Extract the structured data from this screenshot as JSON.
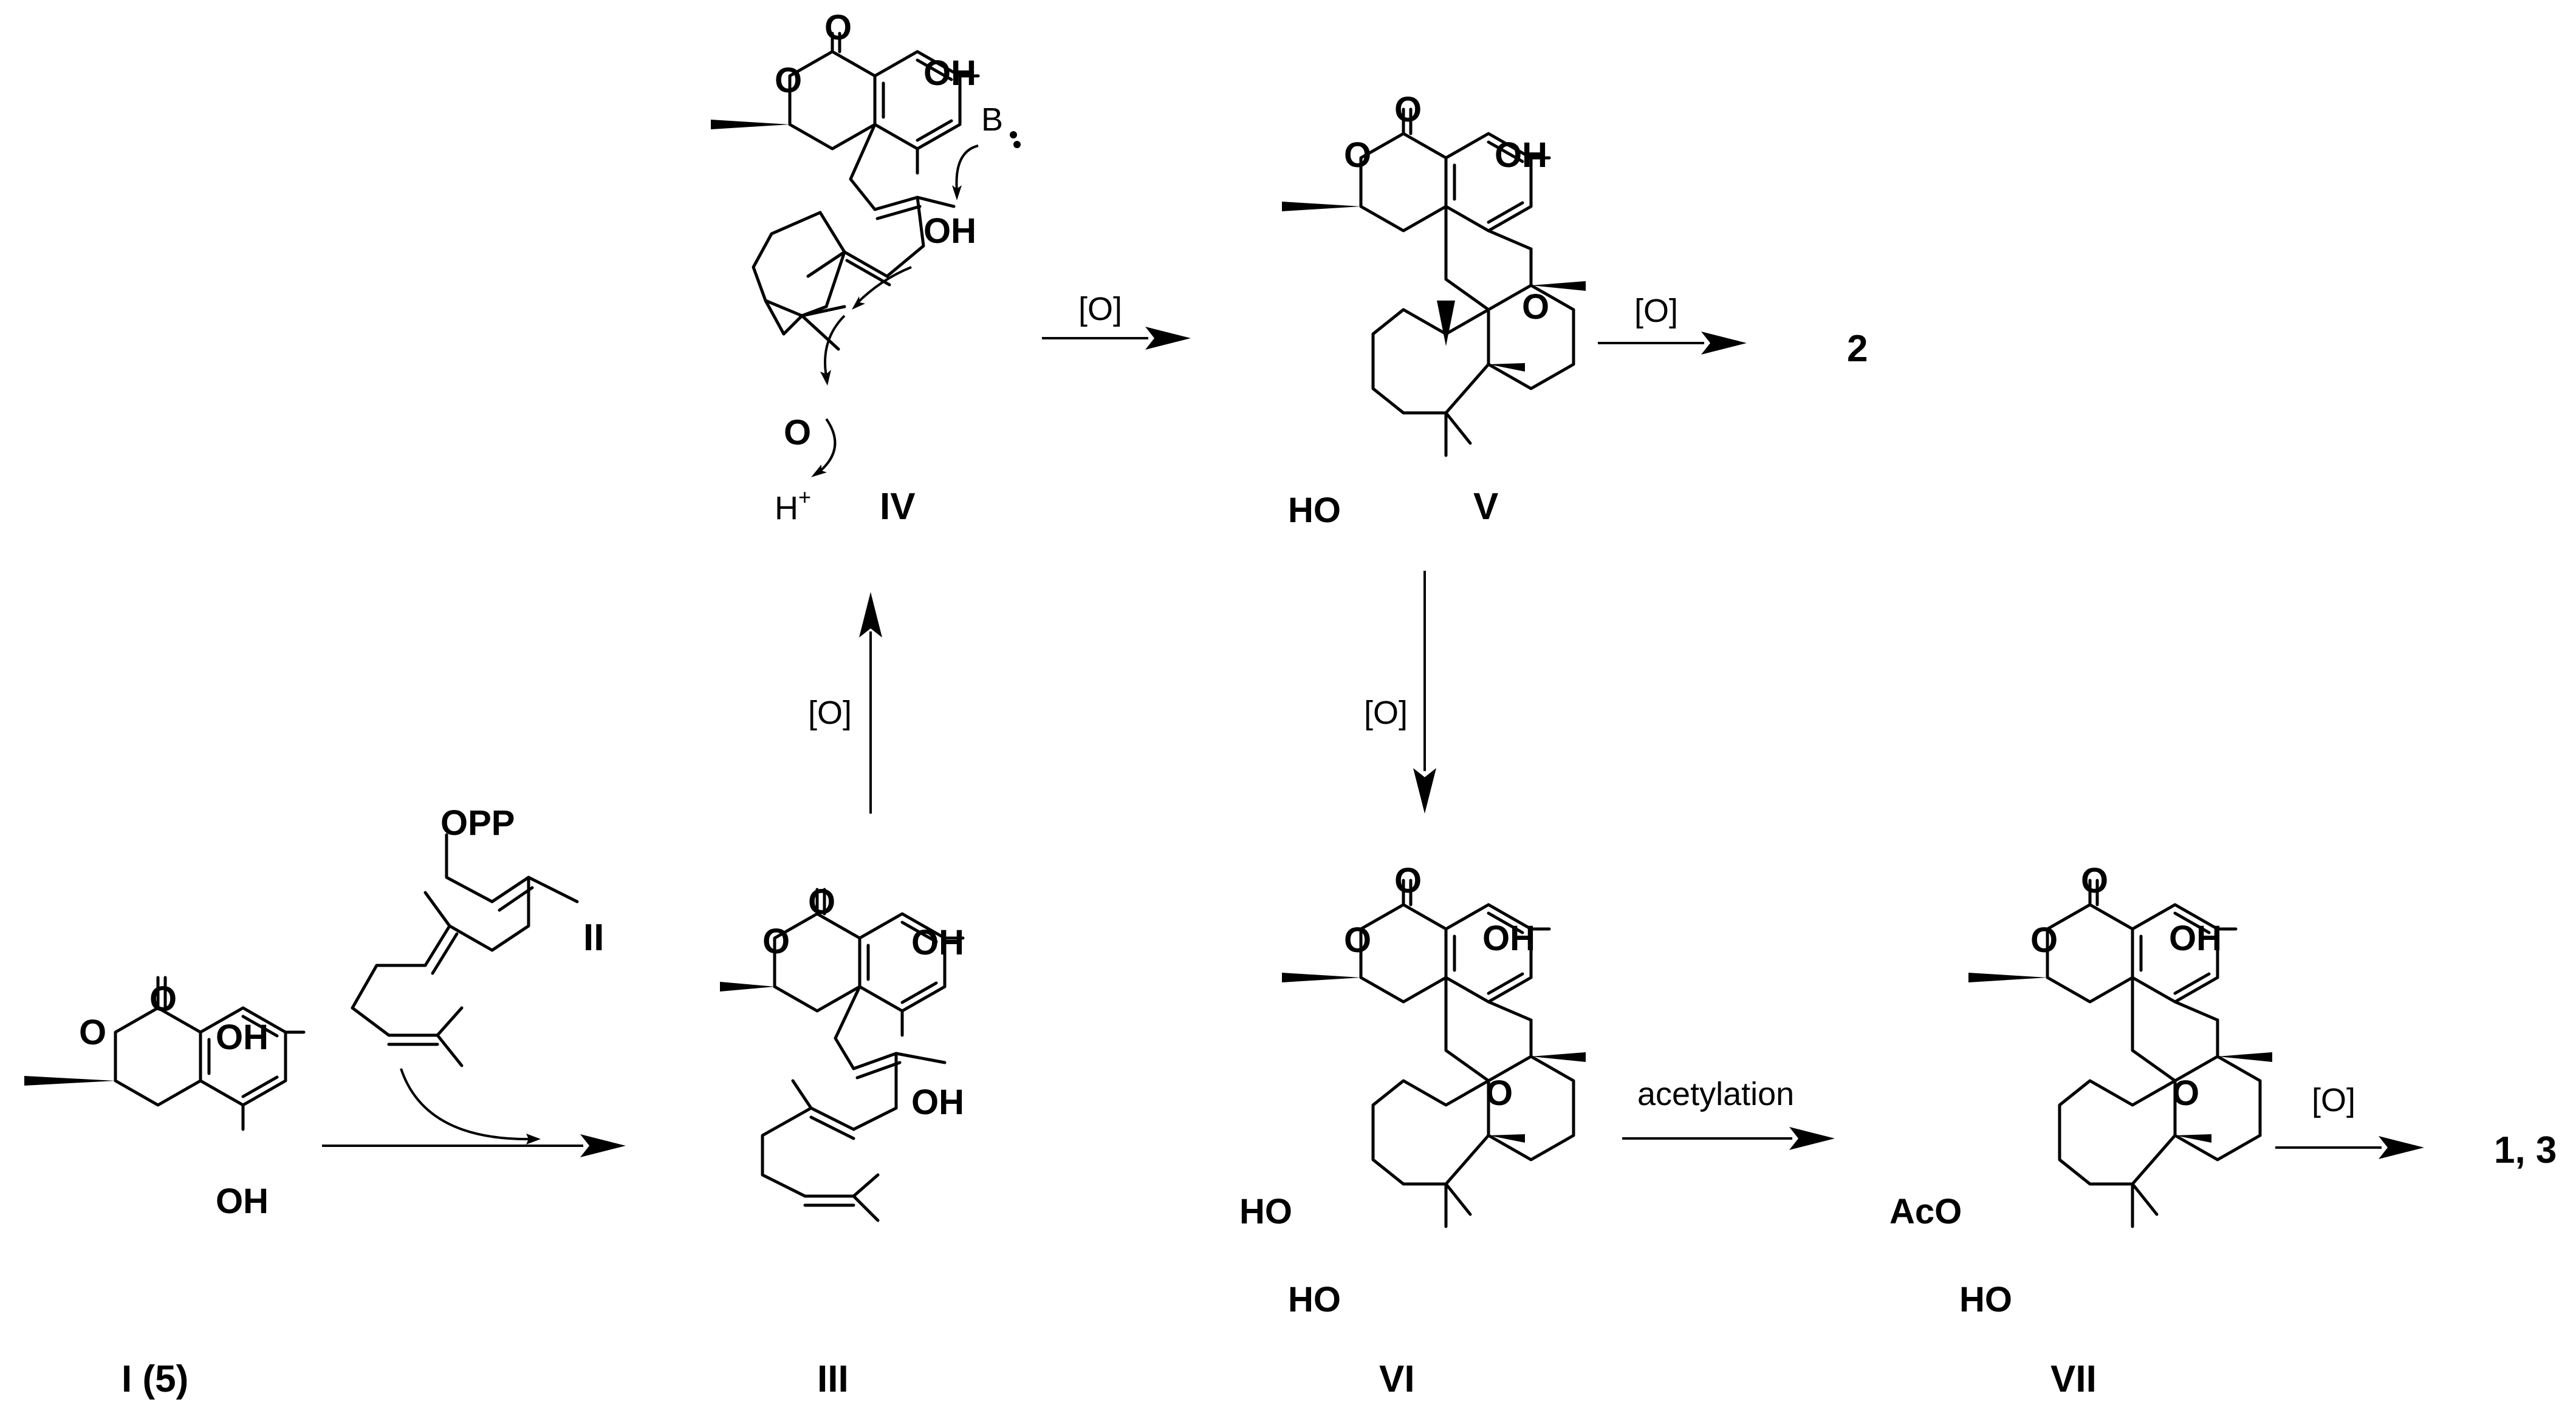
{
  "compounds": {
    "I": "I (5)",
    "II": "II",
    "III": "III",
    "IV": "IV",
    "V": "V",
    "VI": "VI",
    "VII": "VII"
  },
  "products": {
    "from_V": "2",
    "from_VII": "1, 3"
  },
  "reagents": {
    "III_to_IV": "[O]",
    "IV_to_V": "[O]",
    "V_to_2": "[O]",
    "V_to_VI": "[O]",
    "VI_to_VII": "acetylation",
    "VII_to_13": "[O]"
  },
  "atoms": {
    "O": "O",
    "OH": "OH",
    "HO": "HO",
    "OPP": "OPP",
    "AcO": "AcO",
    "B": "B",
    "H": "H",
    "plus": "+"
  }
}
